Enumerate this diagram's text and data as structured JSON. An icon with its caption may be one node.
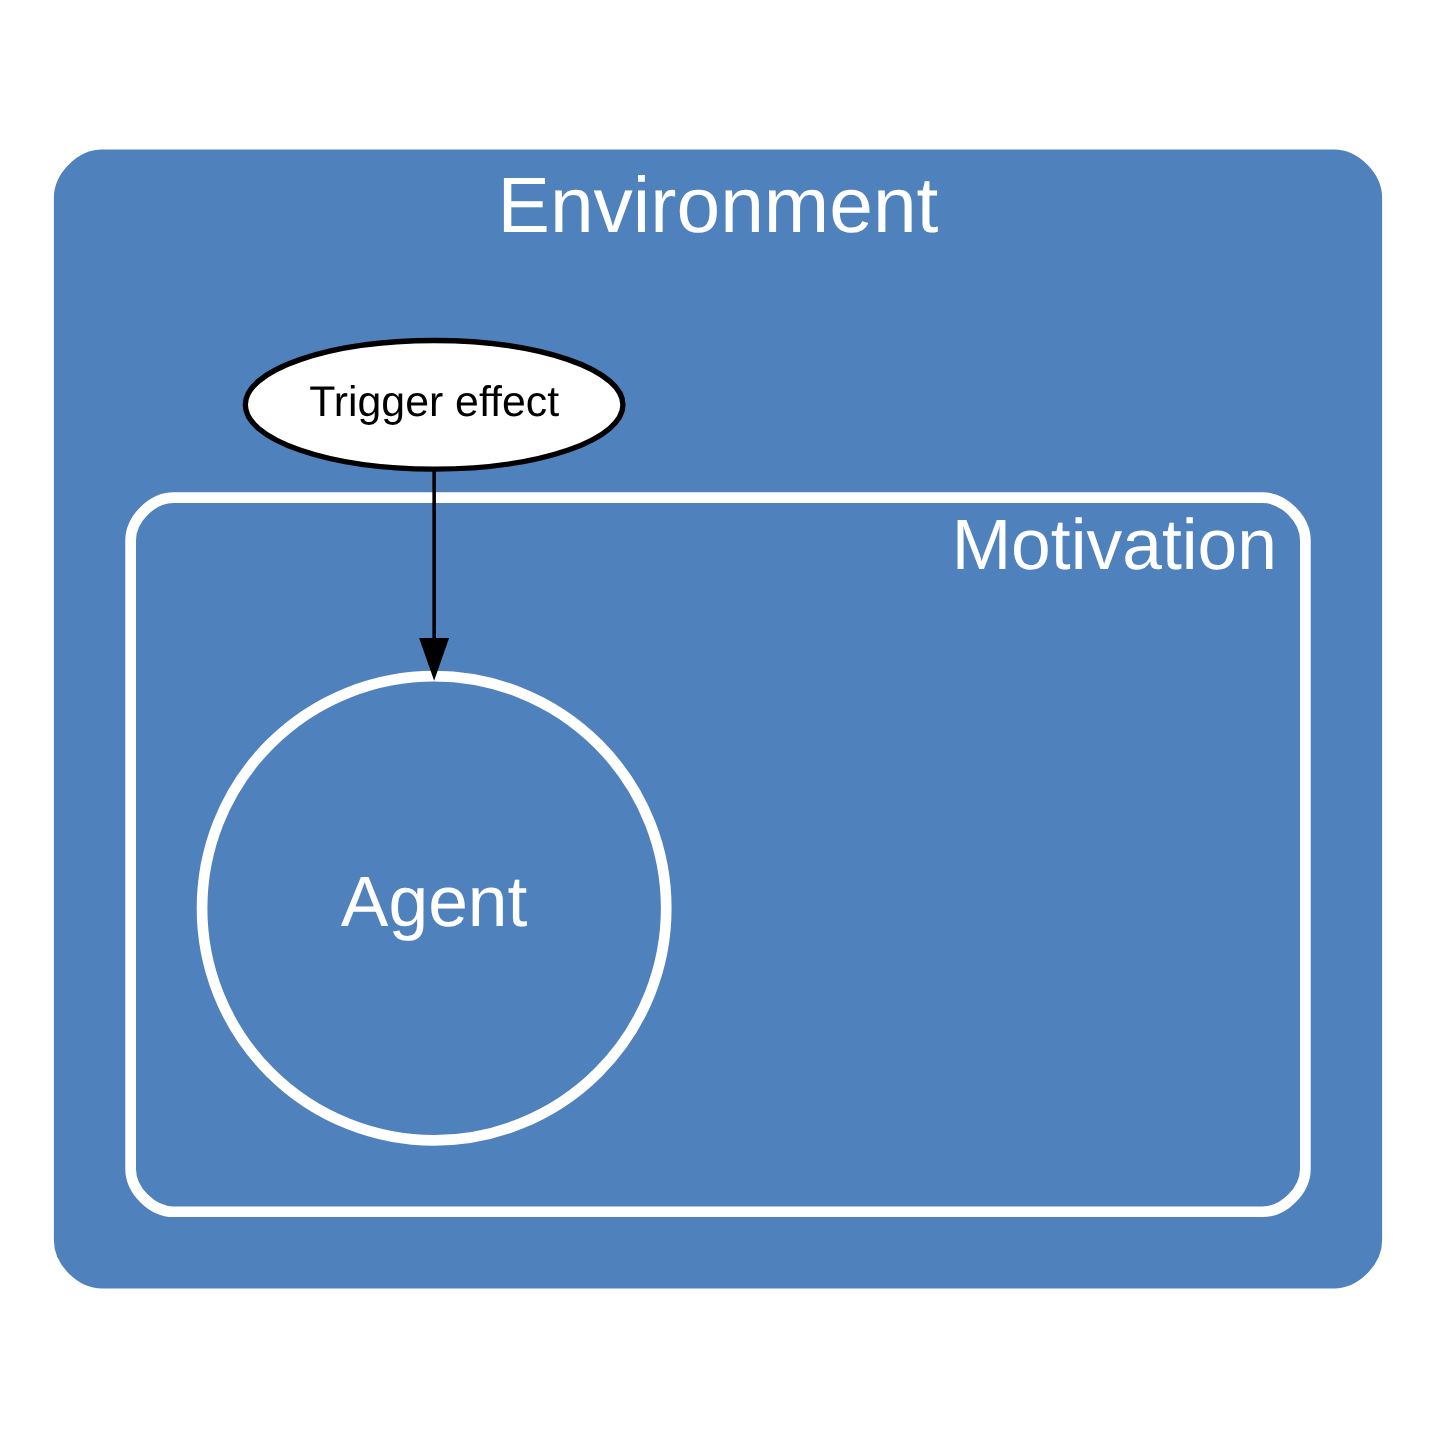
{
  "diagram": {
    "nodes": [
      {
        "text": [
          "Environment"
        ]
      },
      {
        "text": [
          "Motivation"
        ],
        "in": 0
      },
      {
        "text": [
          "Agent"
        ],
        "in": 1
      },
      {
        "text": [
          "Trigger effect"
        ],
        "in": 0
      }
    ],
    "edges": [
      {
        "from": 3,
        "to": 2,
        "arrow": "to"
      }
    ]
  }
}
